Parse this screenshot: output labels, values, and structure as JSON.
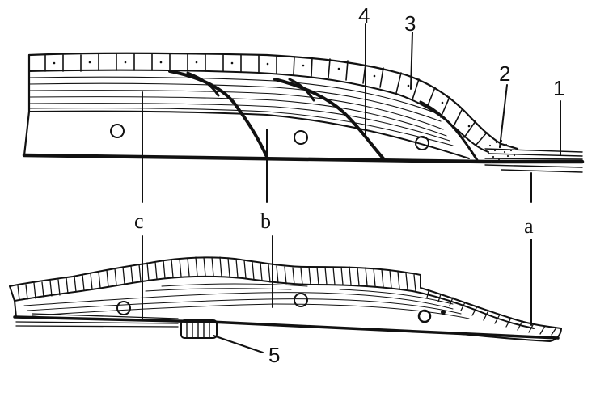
{
  "labels": {
    "l1": "1",
    "l2": "2",
    "l3": "3",
    "l4": "4",
    "l5": "5",
    "la": "a",
    "lb": "b",
    "lc": "c"
  }
}
